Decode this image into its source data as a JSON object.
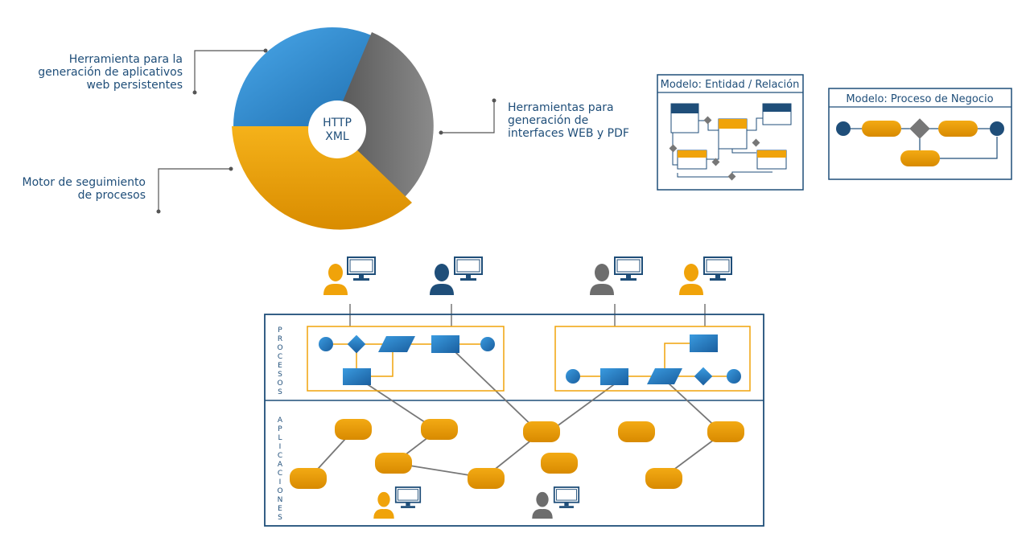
{
  "pie": {
    "center_line1": "HTTP",
    "center_line2": "XML",
    "colors": {
      "blue": "#2e8fd6",
      "gray": "#6d6d6d",
      "orange": "#f0a30a"
    }
  },
  "labels": {
    "tool_web_1": "Herramienta para la",
    "tool_web_2": "generación de aplicativos",
    "tool_web_3": "web persistentes",
    "tool_iface_1": "Herramientas para",
    "tool_iface_2": "generación de",
    "tool_iface_3": "interfaces WEB y PDF",
    "engine_1": "Motor de seguimiento",
    "engine_2": "de procesos"
  },
  "model_boxes": {
    "er_title": "Modelo: Entidad / Relación",
    "bp_title": "Modelo: Proceso de Negocio"
  },
  "layers": {
    "procesos": [
      "P",
      "R",
      "O",
      "C",
      "E",
      "S",
      "O",
      "S"
    ],
    "aplicaciones": [
      "A",
      "P",
      "L",
      "I",
      "C",
      "A",
      "C",
      "I",
      "O",
      "N",
      "E",
      "S"
    ]
  },
  "users": {
    "top": [
      "user-orange",
      "user-navy",
      "user-gray",
      "user-orange"
    ],
    "bottom": [
      "user-orange",
      "user-gray"
    ]
  },
  "colors": {
    "navy": "#1f4e79",
    "orange": "#f0a30a",
    "blue": "#2e8fd6",
    "gray": "#6d6d6d"
  }
}
